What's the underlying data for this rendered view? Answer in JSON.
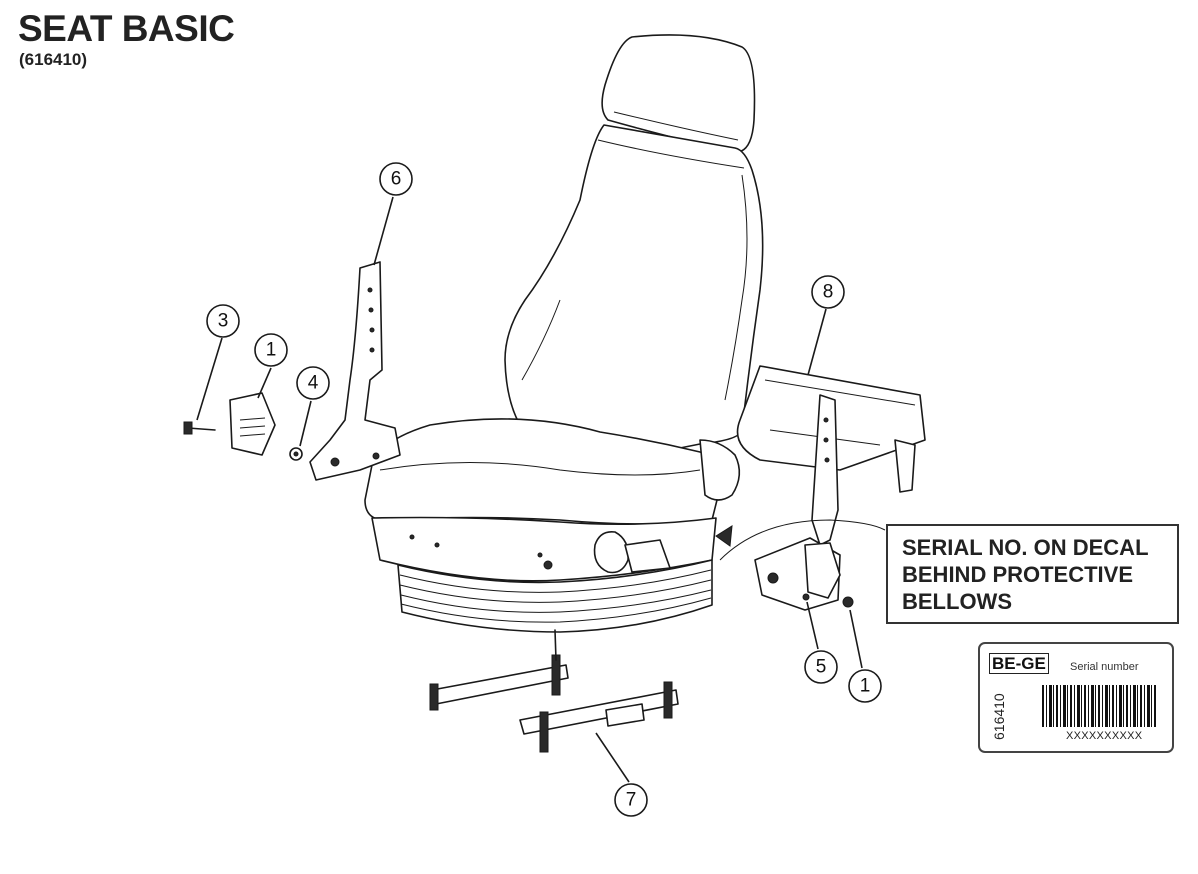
{
  "title": "SEAT BASIC",
  "part_number": "(616410)",
  "callouts": [
    {
      "label": "6"
    },
    {
      "label": "3"
    },
    {
      "label": "1"
    },
    {
      "label": "4"
    },
    {
      "label": "8"
    },
    {
      "label": "5"
    },
    {
      "label": "1"
    },
    {
      "label": "7"
    }
  ],
  "note": {
    "line1": "SERIAL NO. ON DECAL",
    "line2": "BEHIND PROTECTIVE",
    "line3": "BELLOWS"
  },
  "decal": {
    "code": "BE-GE",
    "serial_label": "Serial number",
    "part": "616410",
    "placeholder": "XXXXXXXXXX"
  }
}
